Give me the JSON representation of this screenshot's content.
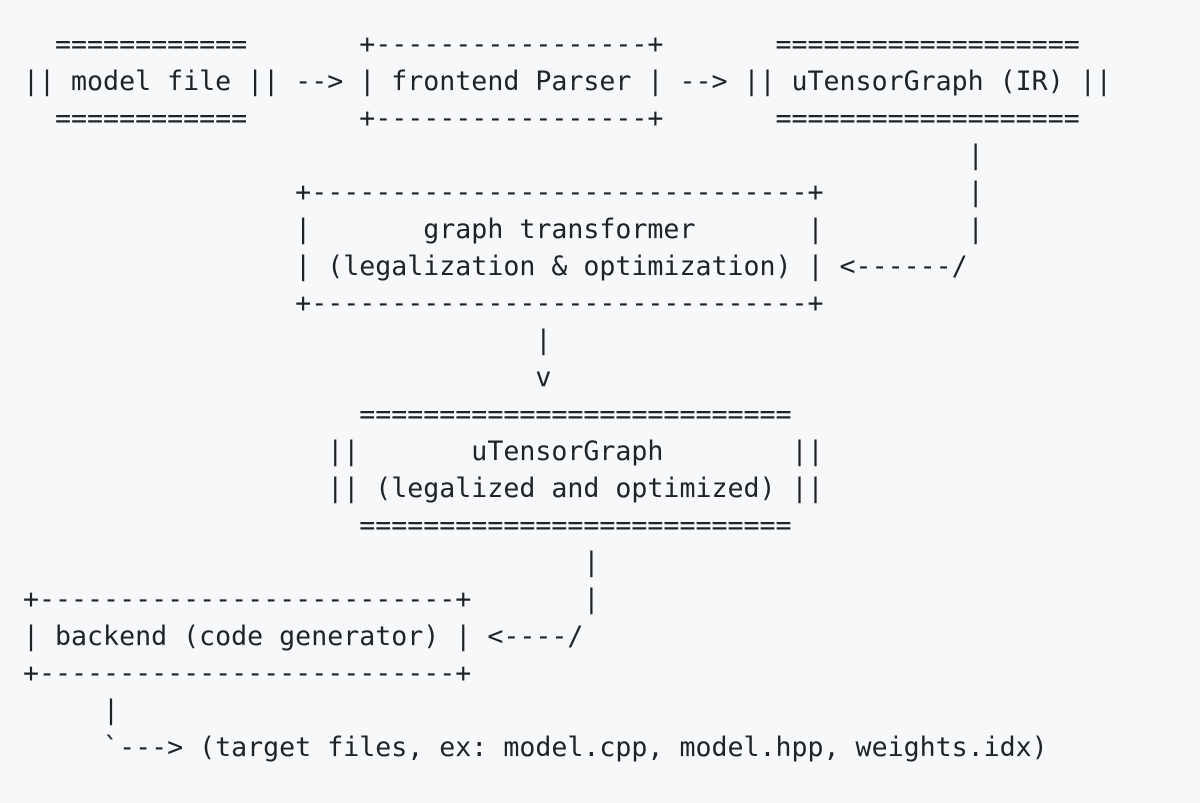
{
  "diagram": {
    "type": "ascii-flow-diagram",
    "background_color": "#f6f8fa",
    "text_color": "#1f2328",
    "ascii": "  ============       +-----------------+       ===================\n|| model file || --> | frontend Parser | --> || uTensorGraph (IR) ||\n  ============       +-----------------+       ===================\n                                                           |\n                 +-------------------------------+         |\n                 |       graph transformer       |         |\n                 | (legalization & optimization) | <------/\n                 +-------------------------------+\n                                |\n                                v\n                     ===========================\n                   ||       uTensorGraph        ||\n                   || (legalized and optimized) ||\n                     ===========================\n                                   |\n+--------------------------+       |\n| backend (code generator) | <----/\n+--------------------------+\n     |\n     `---> (target files, ex: model.cpp, model.hpp, weights.idx)",
    "nodes": [
      {
        "label": "model file"
      },
      {
        "label": "frontend Parser"
      },
      {
        "label": "uTensorGraph (IR)"
      },
      {
        "label": "graph transformer"
      },
      {
        "label": "(legalization & optimization)"
      },
      {
        "label": "uTensorGraph"
      },
      {
        "label": "(legalized and optimized)"
      },
      {
        "label": "backend (code generator)"
      },
      {
        "label": "(target files, ex: model.cpp, model.hpp, weights.idx)"
      }
    ]
  }
}
